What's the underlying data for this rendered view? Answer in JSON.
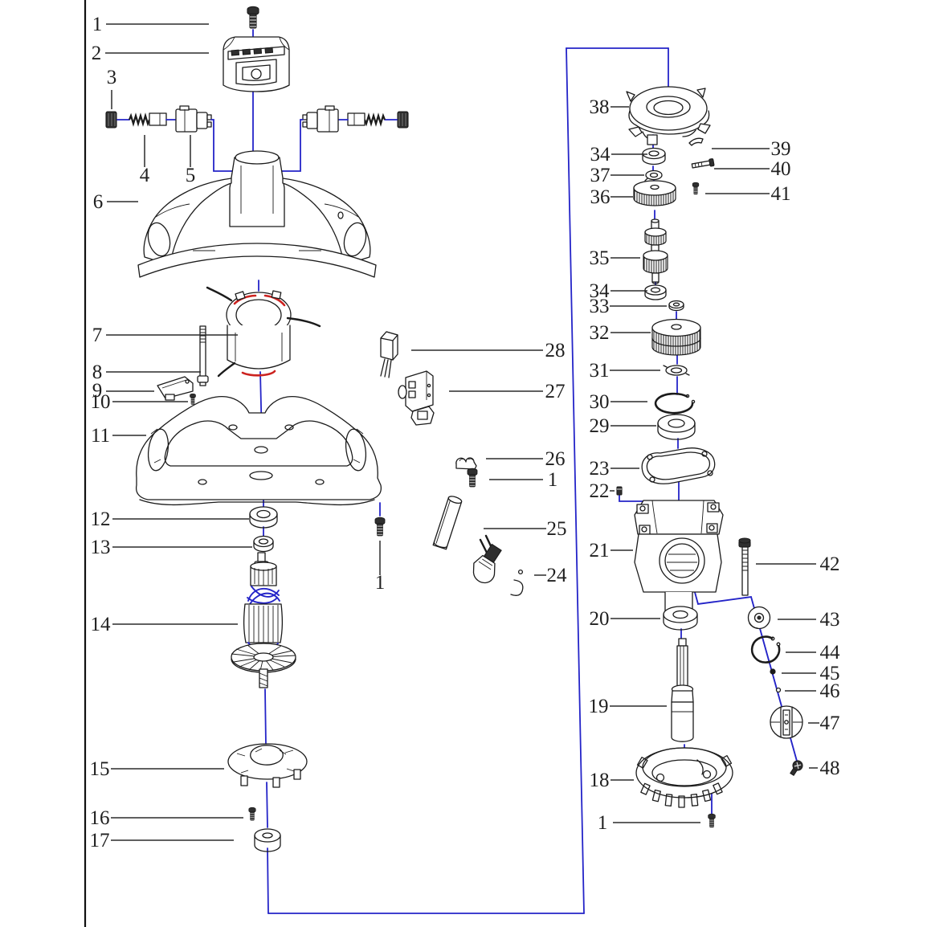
{
  "diagram": {
    "kind": "exploded-parts-diagram",
    "callouts": [
      {
        "label": "1"
      },
      {
        "label": "2"
      },
      {
        "label": "3"
      },
      {
        "label": "4"
      },
      {
        "label": "5"
      },
      {
        "label": "6"
      },
      {
        "label": "7"
      },
      {
        "label": "8"
      },
      {
        "label": "9"
      },
      {
        "label": "10"
      },
      {
        "label": "11"
      },
      {
        "label": "12"
      },
      {
        "label": "13"
      },
      {
        "label": "1"
      },
      {
        "label": "14"
      },
      {
        "label": "15"
      },
      {
        "label": "16"
      },
      {
        "label": "17"
      },
      {
        "label": "28"
      },
      {
        "label": "27"
      },
      {
        "label": "26"
      },
      {
        "label": "1"
      },
      {
        "label": "25"
      },
      {
        "label": "24"
      },
      {
        "label": "38"
      },
      {
        "label": "39"
      },
      {
        "label": "40"
      },
      {
        "label": "41"
      },
      {
        "label": "34"
      },
      {
        "label": "37"
      },
      {
        "label": "36"
      },
      {
        "label": "35"
      },
      {
        "label": "34"
      },
      {
        "label": "33"
      },
      {
        "label": "32"
      },
      {
        "label": "31"
      },
      {
        "label": "30"
      },
      {
        "label": "29"
      },
      {
        "label": "23"
      },
      {
        "label": "22"
      },
      {
        "label": "21"
      },
      {
        "label": "42"
      },
      {
        "label": "20"
      },
      {
        "label": "43"
      },
      {
        "label": "44"
      },
      {
        "label": "45"
      },
      {
        "label": "46"
      },
      {
        "label": "47"
      },
      {
        "label": "48"
      },
      {
        "label": "19"
      },
      {
        "label": "18"
      },
      {
        "label": "1"
      }
    ]
  },
  "colors": {
    "line": "#1b1b1b",
    "connector": "#2424c8",
    "winding": "#cc2320",
    "leader": "#2b2b2b",
    "label": "#1f1f1f",
    "background": "#ffffff"
  }
}
